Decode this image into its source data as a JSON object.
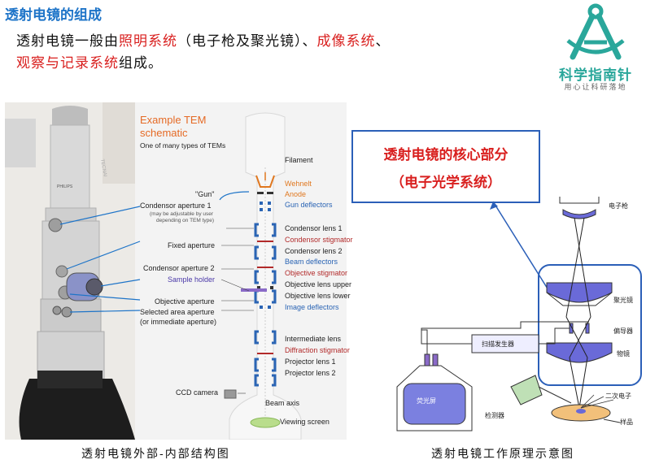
{
  "page": {
    "title": "透射电镜的组成",
    "intro": {
      "p1": "透射电镜一般由",
      "hl1": "照明系统",
      "p2": "（电子枪及聚光镜）、",
      "hl2": "成像系统",
      "p3": "、",
      "hl3": "观察与记录系统",
      "p4": "组成。"
    }
  },
  "logo": {
    "name": "科学指南针",
    "slogan": "用心让科研落地",
    "color": "#2aa79b"
  },
  "left_figure": {
    "brand": "PHILIPS",
    "side_text": "TECNAI",
    "schematic_title_1": "Example TEM",
    "schematic_title_2": "schematic",
    "schematic_subtitle": "One of many types of TEMs",
    "labels": {
      "filament": "Filament",
      "wehnelt": "Wehnelt",
      "anode": "Anode",
      "gun_deflectors": "Gun deflectors",
      "gun": "\"Gun\"",
      "condenser_aperture_1": "Condensor aperture 1",
      "condenser_aperture_1_note1": "(may be adjustable by user",
      "condenser_aperture_1_note2": "depending on TEM type)",
      "condenser_lens_1": "Condensor lens 1",
      "condenser_stigmator": "Condensor stigmator",
      "fixed_aperture": "Fixed aperture",
      "condenser_lens_2": "Condensor lens 2",
      "beam_deflectors": "Beam deflectors",
      "condenser_aperture_2": "Condensor aperture 2",
      "objective_stigmator": "Objective stigmator",
      "sample_holder": "Sample holder",
      "objective_lens_upper": "Objective lens upper",
      "objective_aperture": "Objective aperture",
      "objective_lens_lower": "Objective lens lower",
      "selected_area_aperture": "Selected area aperture",
      "selected_area_note": "(or immediate aperture)",
      "image_deflectors": "Image deflectors",
      "intermediate_lens": "Intermediate lens",
      "diffraction_stigmator": "Diffraction stigmator",
      "projector_lens_1": "Projector lens 1",
      "projector_lens_2": "Projector lens 2",
      "ccd_camera": "CCD camera",
      "beam_axis": "Beam axis",
      "viewing_screen": "Viewing screen"
    },
    "caption": "透射电镜外部-内部结构图"
  },
  "right_figure": {
    "core_line1": "透射电镜的核心部分",
    "core_line2": "（电子光学系统）",
    "labels": {
      "electron_gun": "电子枪",
      "condenser": "聚光镜",
      "deflector": "偏导器",
      "objective": "物镜",
      "scan_generator": "扫描发生器",
      "screen": "荧光屏",
      "detector": "检测器",
      "secondary_electrons": "二次电子",
      "sample": "样品"
    },
    "caption": "透射电镜工作原理示意图"
  },
  "colors": {
    "title_blue": "#1e74c8",
    "highlight_red": "#d9201f",
    "lens_purple": "#6a6ad8",
    "box_blue": "#2b5fb8"
  }
}
